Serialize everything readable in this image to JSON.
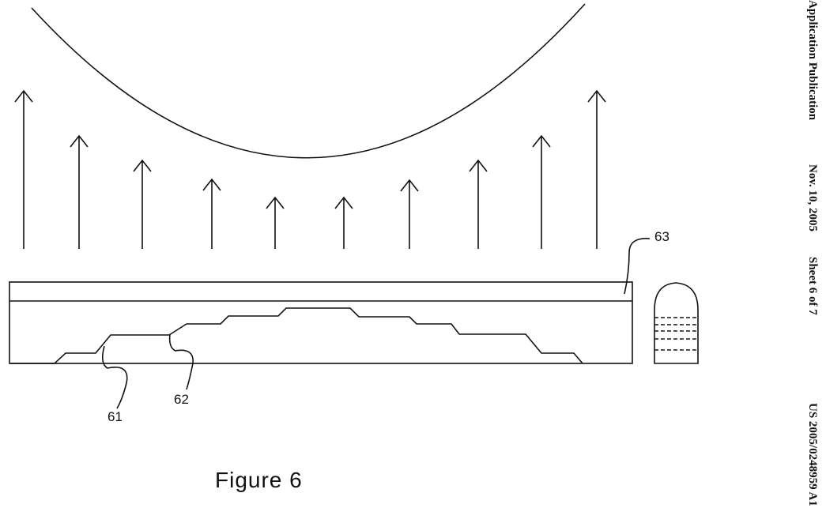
{
  "header": {
    "publication": "Application Publication",
    "date": "Nov. 10, 2005",
    "sheet": "Sheet 6 of 7",
    "number": "US 2005/0248959 A1"
  },
  "labels": {
    "layer": "63",
    "step_edge": "61",
    "step_flat": "62"
  },
  "caption": "Figure 6",
  "arrows": [
    {
      "relative_length": 200
    },
    {
      "relative_length": 143
    },
    {
      "relative_length": 112
    },
    {
      "relative_length": 88
    },
    {
      "relative_length": 65
    },
    {
      "relative_length": 65
    },
    {
      "relative_length": 87
    },
    {
      "relative_length": 112
    },
    {
      "relative_length": 143
    },
    {
      "relative_length": 200
    }
  ]
}
